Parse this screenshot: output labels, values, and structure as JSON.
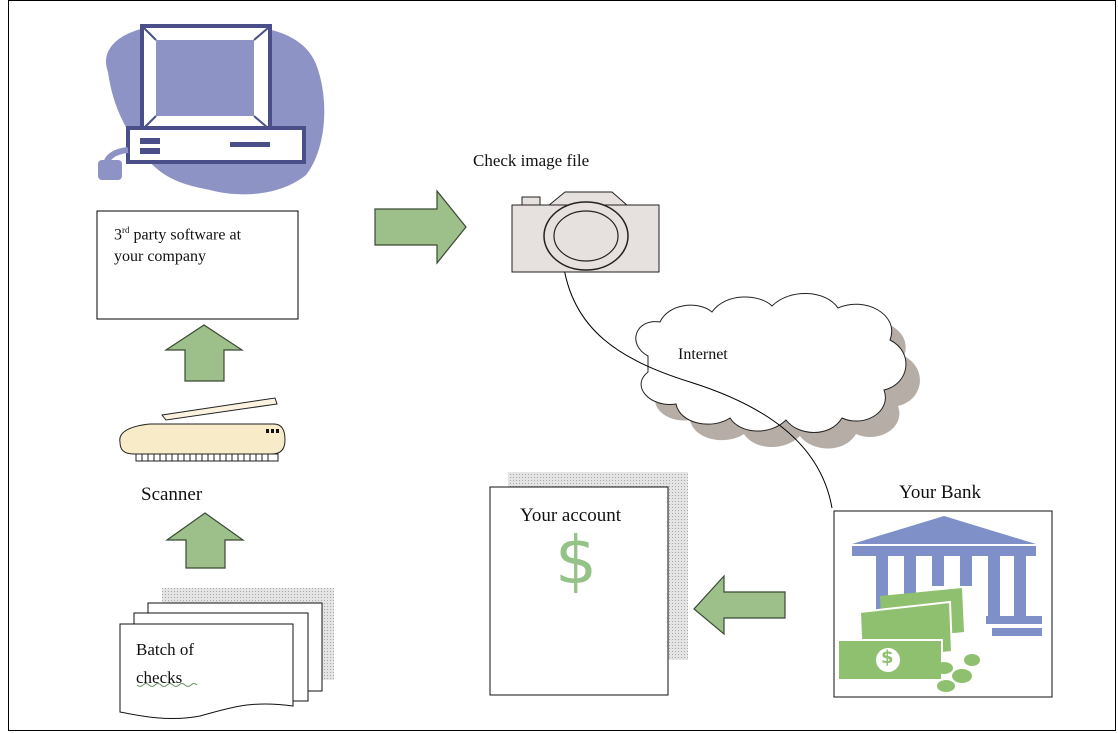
{
  "software_box": {
    "line1_prefix": "3",
    "line1_sup": "rd",
    "line1_rest": " party software at",
    "line2": "your company"
  },
  "labels": {
    "check_image_file": "Check image file",
    "internet": "Internet",
    "scanner": "Scanner",
    "your_bank": "Your Bank",
    "your_account": "Your account",
    "dollar": "$",
    "bill_symbol": "$",
    "batch_line1": "Batch of",
    "batch_line2": "checks"
  },
  "colors": {
    "arrow_fill": "#9dbf8a",
    "arrow_stroke": "#3a4a34",
    "computer_blue": "#8e93c6",
    "bank_blue": "#7f8fc8",
    "money_green": "#8fc06f",
    "dollar_green": "#94c287",
    "camera_fill": "#e6e1de",
    "cloud_shadow": "#b6aea6",
    "paper_shadow": "#cfcfcf"
  },
  "icons": [
    "computer-icon",
    "camera-icon",
    "cloud-icon",
    "scanner-icon",
    "bank-icon",
    "checks-stack-icon",
    "account-document-icon"
  ]
}
